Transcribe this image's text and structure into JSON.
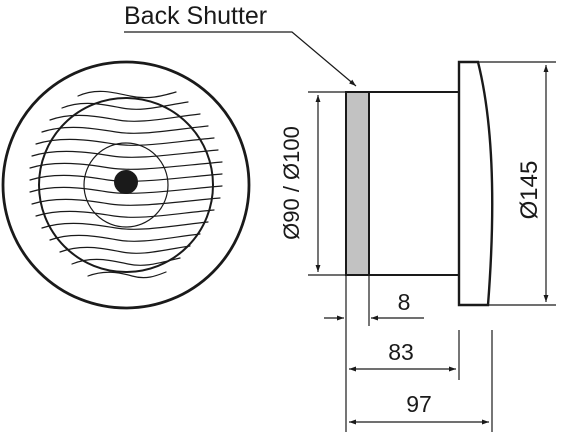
{
  "labels": {
    "back_shutter": "Back Shutter",
    "inner_diameter": "Ø90 / Ø100",
    "outer_diameter": "Ø145",
    "shutter_width": "8",
    "body_length": "83",
    "overall_length": "97"
  },
  "colors": {
    "line": "#1a1a1a",
    "shutter_fill": "#c2c2c2",
    "background": "#ffffff"
  }
}
